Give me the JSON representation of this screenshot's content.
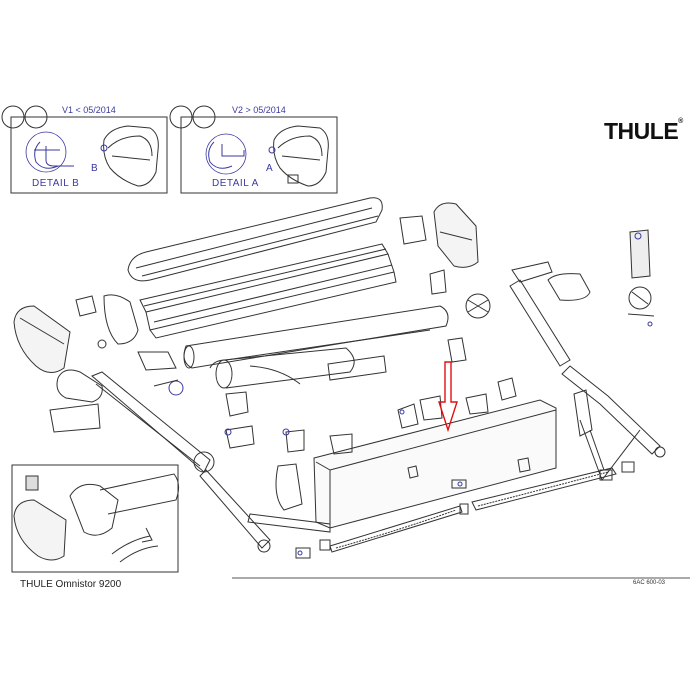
{
  "logo": {
    "text": "THULE",
    "trade": "®"
  },
  "detail_boxes": [
    {
      "version": "V1 < 05/2014",
      "detail": "DETAIL B",
      "marker": "B"
    },
    {
      "version": "V2 > 05/2014",
      "detail": "DETAIL A",
      "marker": "A"
    }
  ],
  "footer": {
    "product": "THULE Omnistor 9200",
    "code": "6AC 600-03"
  },
  "colors": {
    "line": "#333333",
    "blue": "#3a3aa0",
    "arrow": "#e01010",
    "part_fill": "#f2f2f2"
  }
}
